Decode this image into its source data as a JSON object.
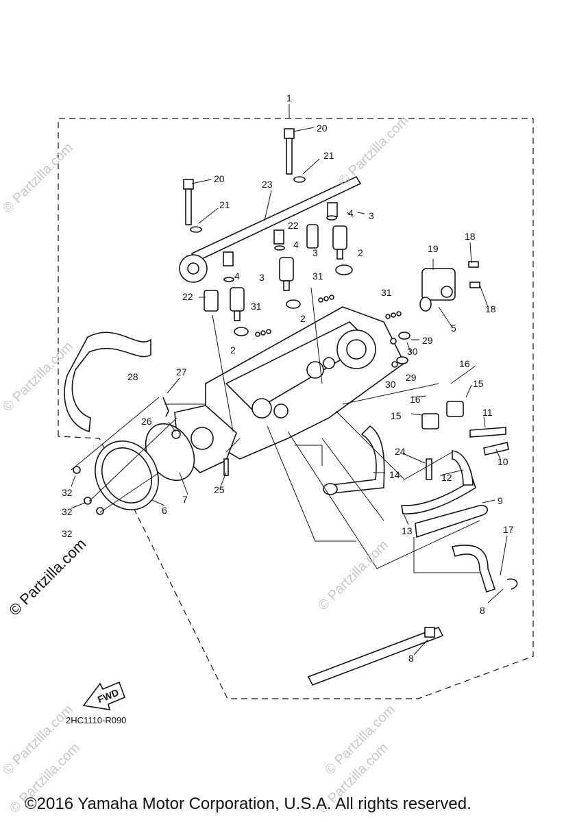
{
  "callouts": [
    "1",
    "20",
    "21",
    "20",
    "23",
    "21",
    "4",
    "3",
    "22",
    "4",
    "3",
    "2",
    "4",
    "3",
    "22",
    "31",
    "2",
    "31",
    "18",
    "19",
    "18",
    "5",
    "31",
    "2",
    "29",
    "30",
    "30",
    "29",
    "16",
    "15",
    "16",
    "15",
    "28",
    "27",
    "11",
    "26",
    "24",
    "10",
    "14",
    "12",
    "7",
    "25",
    "32",
    "6",
    "9",
    "32",
    "13",
    "17",
    "32",
    "8",
    "8"
  ],
  "fwd_label": "FWD",
  "diagram_code": "2HC1110-R090",
  "watermark": "© Partzilla.com",
  "watermark_short": "© Partzilla.com",
  "copyright": "©2016  Yamaha Motor Corporation, U.S.A. All rights reserved."
}
